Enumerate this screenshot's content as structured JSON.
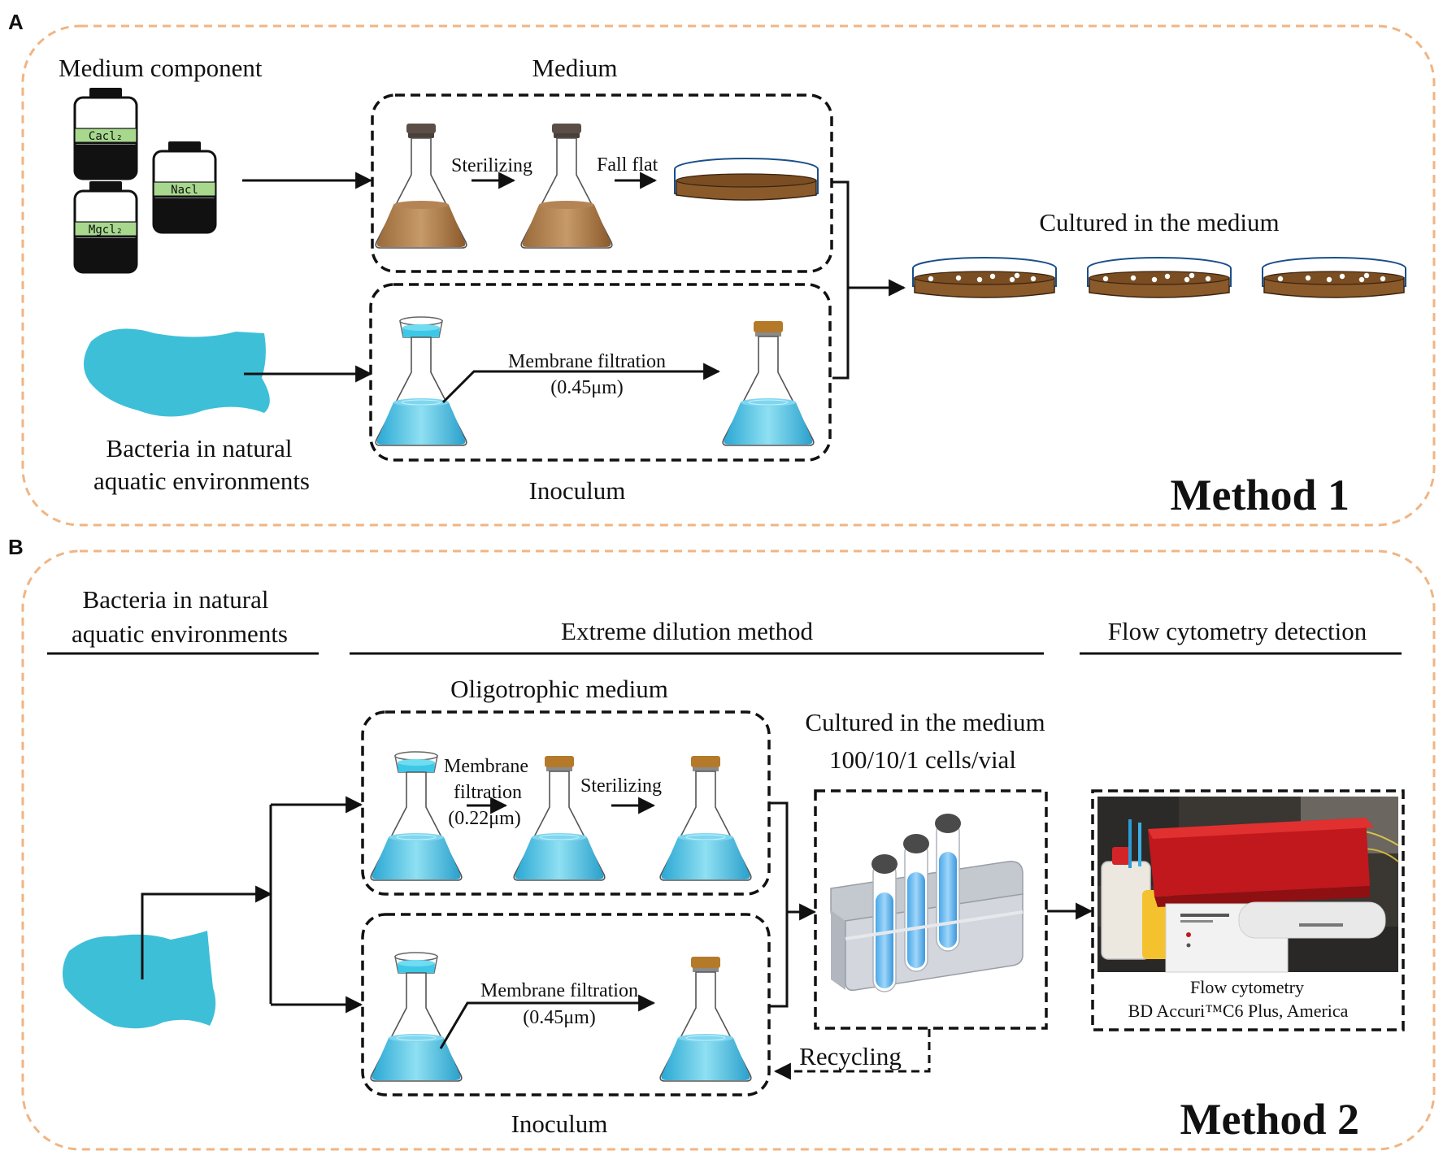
{
  "panel_a": {
    "letter": "A",
    "medium_component": "Medium component",
    "bottle_labels": [
      "Cacl₂",
      "Nacl",
      "Mgcl₂"
    ],
    "medium": "Medium",
    "sterilizing": "Sterilizing",
    "fall_flat": "Fall flat",
    "cultured": "Cultured in the medium",
    "filtration": "Membrane filtration",
    "pore": "(0.45μm)",
    "bacteria_line1": "Bacteria in natural",
    "bacteria_line2": "aquatic environments",
    "inoculum": "Inoculum",
    "method": "Method 1"
  },
  "panel_b": {
    "letter": "B",
    "bacteria_line1": "Bacteria in natural",
    "bacteria_line2": "aquatic environments",
    "extreme_dilution": "Extreme dilution method",
    "flow_detection": "Flow cytometry detection",
    "oligotrophic": "Oligotrophic medium",
    "filtration_l1": "Membrane",
    "filtration_l2": "filtration",
    "filtration_l3": "(0.22μm)",
    "sterilizing": "Sterilizing",
    "cultured_l1": "Cultured in the medium",
    "cultured_l2": "100/10/1 cells/vial",
    "filtration2": "Membrane filtration",
    "pore2": "(0.45μm)",
    "recycling": "Recycling",
    "inoculum": "Inoculum",
    "caption_l1": "Flow cytometry",
    "caption_l2": "BD Accuri™C6 Plus, America",
    "method": "Method 2"
  },
  "colors": {
    "frame": "#f0b584",
    "medium_brown": "#8b5a2b",
    "water_blue": "#3fb8d8",
    "instrument_red": "#c0181c"
  }
}
